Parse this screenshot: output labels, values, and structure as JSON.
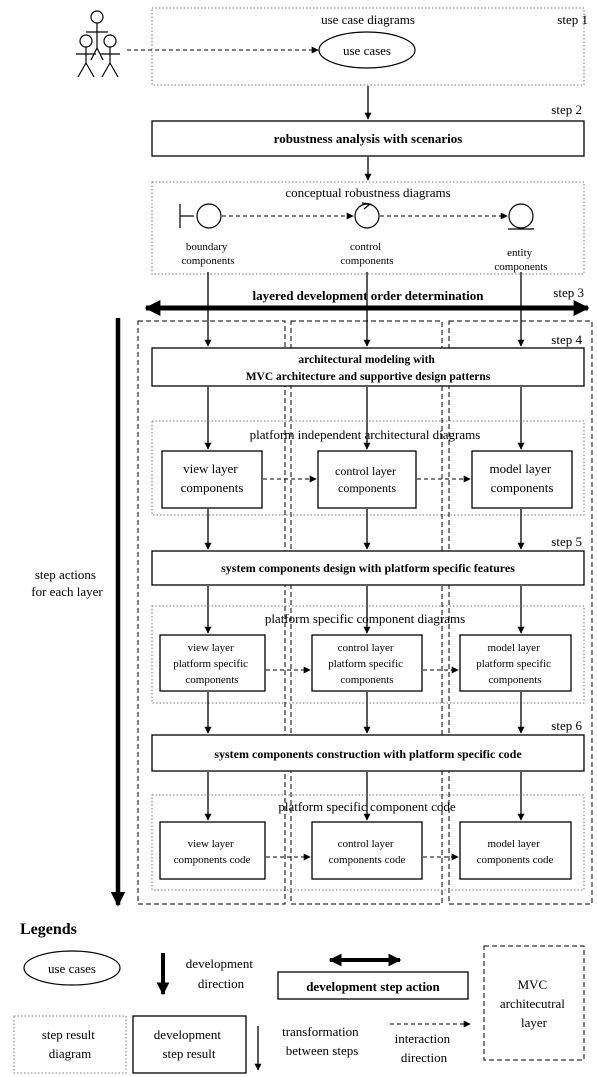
{
  "steps": {
    "step1": "step 1",
    "step2": "step 2",
    "step3": "step 3",
    "step4": "step 4",
    "step5": "step 5",
    "step6": "step 6"
  },
  "step1": {
    "title": "use case diagrams",
    "use_cases": "use cases"
  },
  "step2": {
    "action": "robustness analysis with scenarios"
  },
  "robustness": {
    "title": "conceptual robustness diagrams",
    "boundary": [
      "boundary",
      "components"
    ],
    "control": [
      "control",
      "components"
    ],
    "entity": [
      "entity",
      "components"
    ]
  },
  "step3": {
    "action": "layered development order determination"
  },
  "step4": {
    "action_line1": "architectural modeling with",
    "action_line2": "MVC architecture and supportive design patterns"
  },
  "pia": {
    "title": "platform independent architectural diagrams",
    "view": [
      "view layer",
      "components"
    ],
    "control": [
      "control layer",
      "components"
    ],
    "model": [
      "model layer",
      "components"
    ]
  },
  "step5": {
    "action": "system components design with platform specific features"
  },
  "psd": {
    "title": "platform specific component diagrams",
    "view": [
      "view layer",
      "platform specific",
      "components"
    ],
    "control": [
      "control layer",
      "platform specific",
      "components"
    ],
    "model": [
      "model layer",
      "platform specific",
      "components"
    ]
  },
  "step6": {
    "action": "system components construction with platform specific code"
  },
  "psc": {
    "title": "platform specific component code",
    "view": [
      "view layer",
      "components code"
    ],
    "control": [
      "control layer",
      "components code"
    ],
    "model": [
      "model layer",
      "components code"
    ]
  },
  "side_label": [
    "step actions",
    "for each layer"
  ],
  "legend": {
    "title": "Legends",
    "use_cases": "use cases",
    "dev_direction": [
      "development",
      "direction"
    ],
    "dev_step_action": "development step action",
    "mvc_layer": [
      "MVC",
      "architecutral",
      "layer"
    ],
    "step_result_diagram": [
      "step result",
      "diagram"
    ],
    "dev_step_result": [
      "development",
      "step result"
    ],
    "transformation": [
      "transformation",
      "between steps"
    ],
    "interaction": [
      "interaction",
      "direction"
    ]
  }
}
